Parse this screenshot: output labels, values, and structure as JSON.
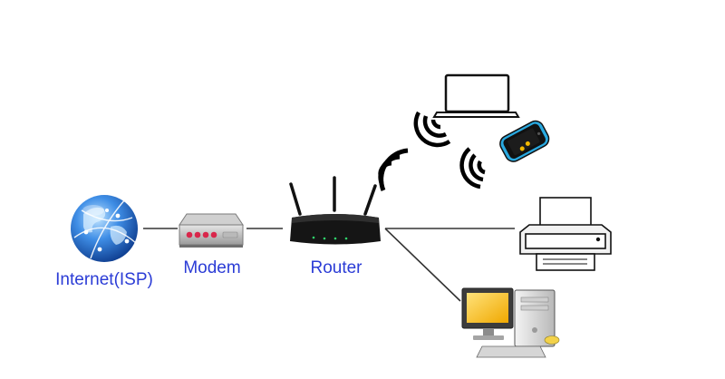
{
  "labels": {
    "internet": "Internet(ISP)",
    "modem": "Modem",
    "router": "Router"
  },
  "colors": {
    "label": "#2b3cd6",
    "link": "#333333",
    "device_dark": "#111111",
    "globe_blue": "#2a6fd0",
    "phone_blue": "#29a9e0",
    "monitor_screen": "#f5b800"
  },
  "icons": [
    "globe-icon",
    "modem-icon",
    "router-icon",
    "wifi-signal-icon",
    "laptop-icon",
    "smartphone-icon",
    "printer-icon",
    "desktop-pc-icon"
  ]
}
